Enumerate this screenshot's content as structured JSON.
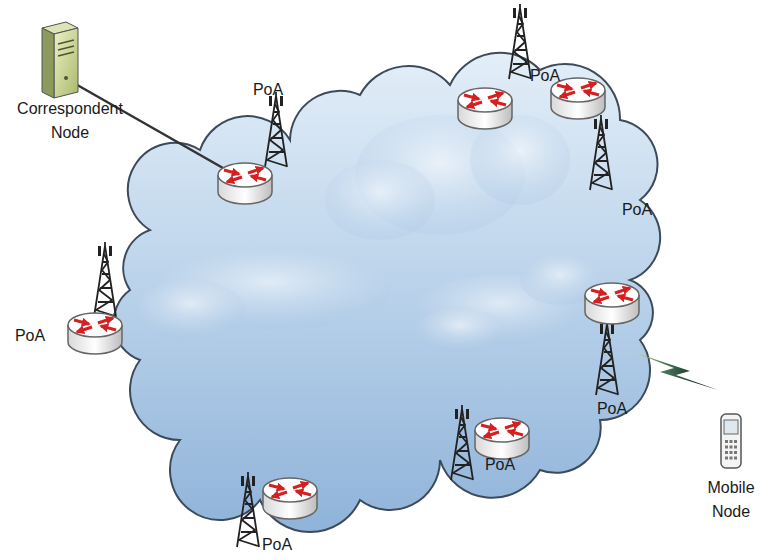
{
  "diagram": {
    "labels": [
      "Correspondent Node",
      "PoA",
      "PoA",
      "PoA",
      "PoA",
      "PoA",
      "PoA",
      "PoA",
      "Mobile Node"
    ]
  }
}
